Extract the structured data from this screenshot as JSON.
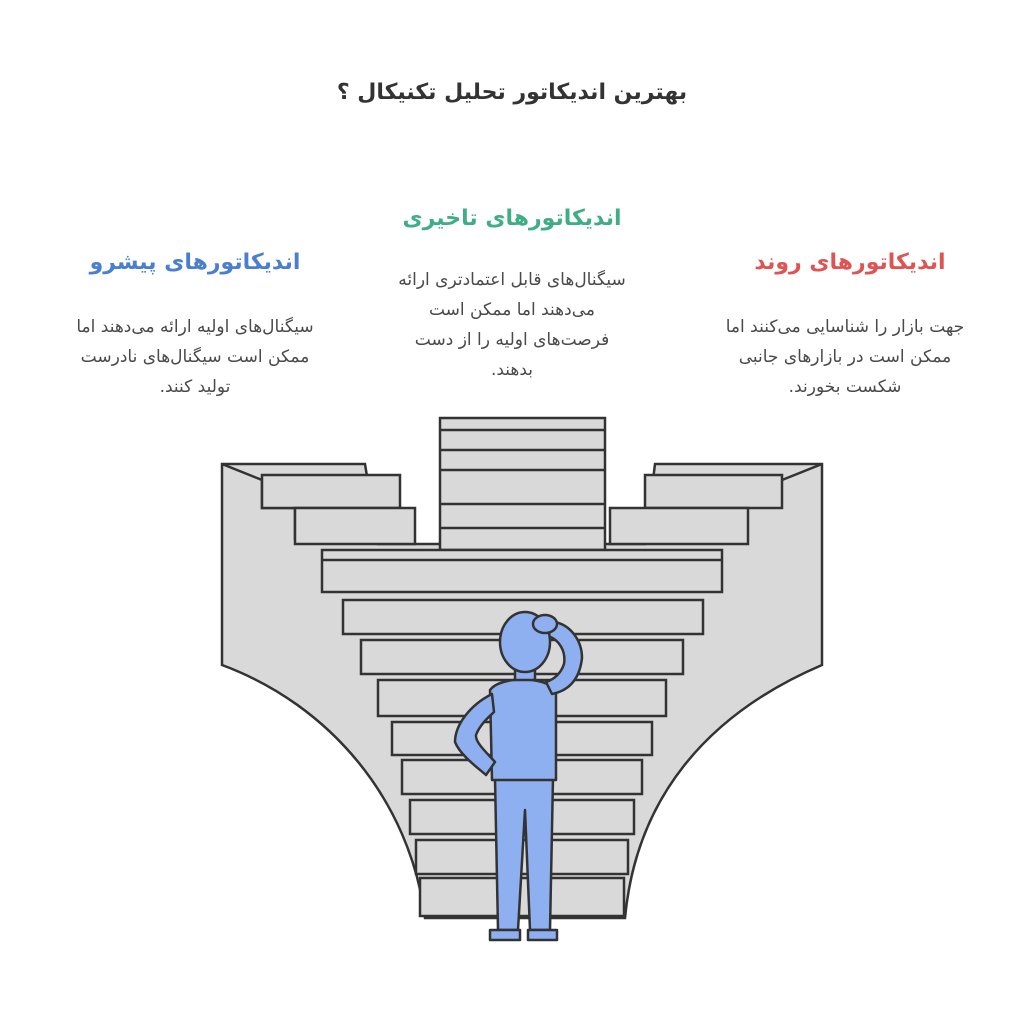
{
  "title": "بهترین اندیکاتور تحلیل تکنیکال ؟",
  "colors": {
    "leading": "#4a7fd0",
    "lagging": "#3fae86",
    "trend": "#e05353",
    "stair_fill": "#d9d9d9",
    "stair_stroke": "#333333",
    "person": "#8fb0f0"
  },
  "sections": {
    "leading": {
      "heading": "اندیکاتورهای پیشرو",
      "lines": [
        "سیگنال‌های اولیه ارائه می‌دهند اما",
        "ممکن است سیگنال‌های نادرست",
        ".تولید کنند"
      ]
    },
    "lagging": {
      "heading": "اندیکاتورهای تاخیری",
      "lines": [
        "سیگنال‌های قابل اعتمادتری ارائه",
        "می‌دهند اما ممکن است",
        "فرصت‌های اولیه را از دست",
        ".بدهند"
      ]
    },
    "trend": {
      "heading": "اندیکاتورهای روند",
      "lines": [
        "جهت بازار را شناسایی می‌کنند اما",
        "ممکن است در بازارهای جانبی",
        ".شکست بخورند"
      ]
    }
  },
  "illustration": {
    "stairs-icon": "stairs-icon",
    "person-icon": "person-thinking-icon"
  }
}
